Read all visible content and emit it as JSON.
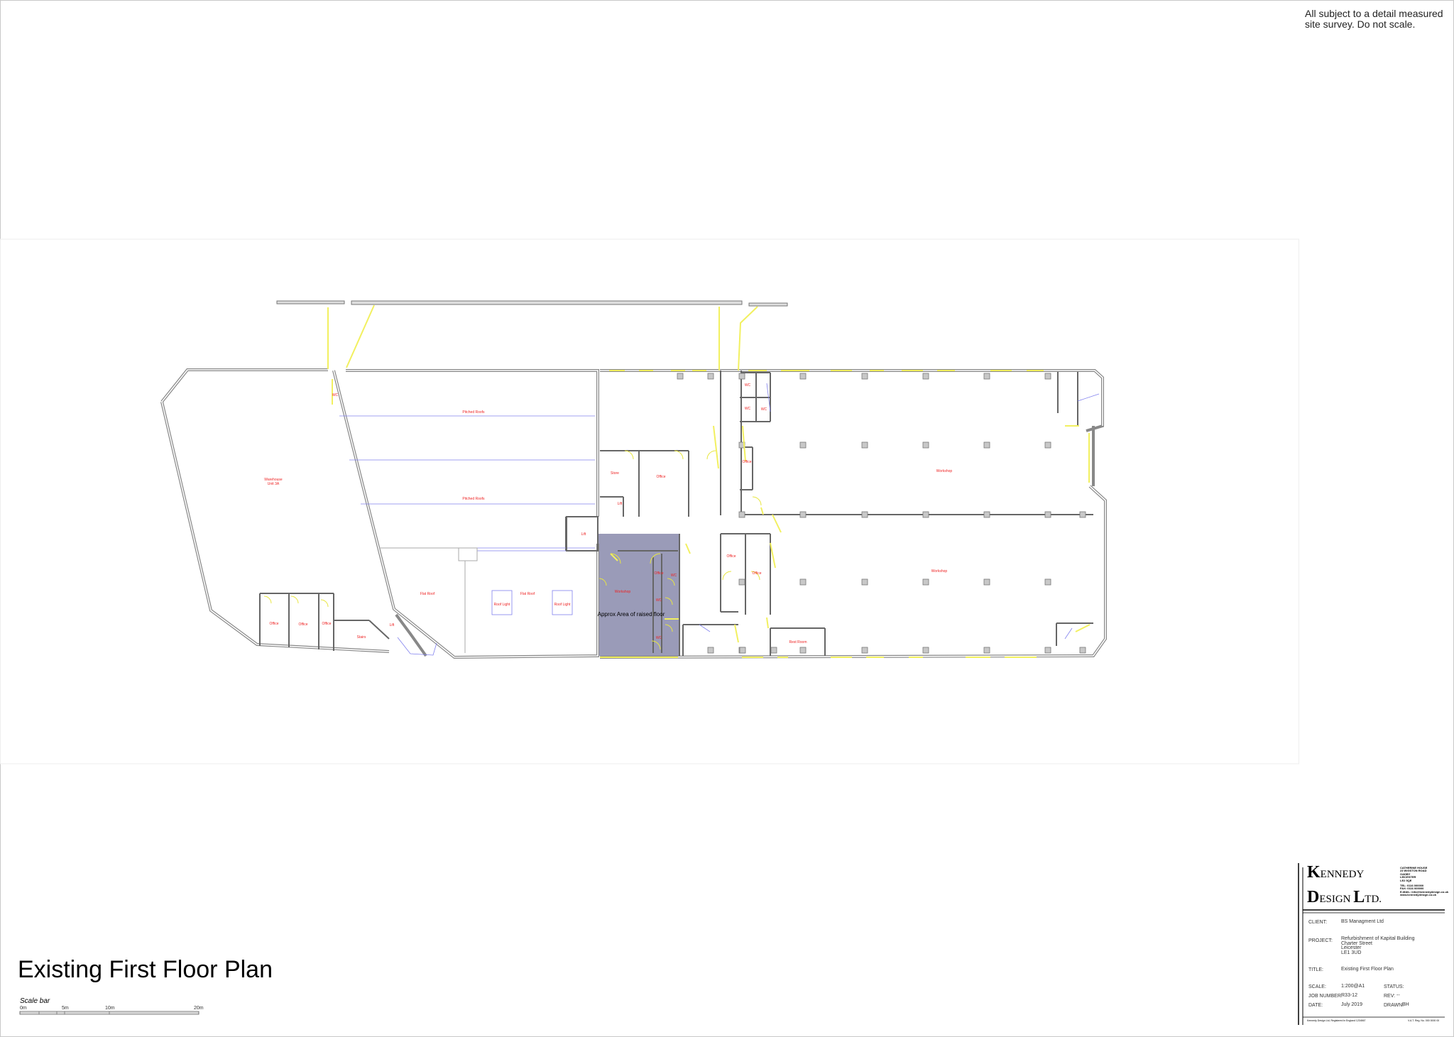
{
  "note": "All subject to a detail measured site survey. Do not scale.",
  "plan_title": "Existing First Floor Plan",
  "scale_bar": {
    "caption": "Scale bar",
    "ticks": [
      "0m",
      "5m",
      "10m",
      "20m"
    ]
  },
  "room_labels": {
    "warehouse": "Warehouse\nUnit 3A",
    "wc_1": "WC",
    "pitched_roofs": "Pitched Roofs",
    "pitched_roofs_2": "Pitched Roofs",
    "flat_roof_1": "Flat Roof",
    "flat_roof_2": "Flat Roof",
    "roof_light_1": "Roof Light",
    "roof_light_2": "Roof Light",
    "office_1": "Office",
    "office_2": "Office",
    "office_3": "Office",
    "stairs_1": "Stairs",
    "lift_1": "Lift",
    "store_1": "Store",
    "office_4": "Office",
    "lift_2": "Lift",
    "lift_3": "Lift",
    "workshop_1": "Workshop",
    "raised_floor": "Approx Area of raised floor",
    "office_5": "Office",
    "wc_2": "WC",
    "wc_3": "WC",
    "wc_4": "WC",
    "office_6": "Office",
    "office_7": "Office",
    "office_8": "Office",
    "wc_5": "WC",
    "wc_6": "WC",
    "workshop_2": "Workshop",
    "workshop_3": "Workshop",
    "rest_room": "Rest Room"
  },
  "title_block": {
    "company_line1_initial": "K",
    "company_line1_rest": "ENNEDY",
    "company_line2_initial1": "D",
    "company_line2_rest1": "ESIGN",
    "company_line2_initial2": "L",
    "company_line2_rest2": "TD.",
    "address": [
      "CATHERINE HOUSE",
      "23 WIGSTON ROAD",
      "OADBY",
      "LEICESTER",
      "LE2 5QE"
    ],
    "contact": [
      "TEL: 0116 000000",
      "FAX: 0116 000000",
      "E-MAIL: info@kennedydesign.co.uk",
      "www.kennedydesign.co.uk"
    ],
    "client_label": "CLIENT:",
    "client_value": "BS Managment Ltd",
    "project_label": "PROJECT:",
    "project_value": [
      "Refurbishment of Kapital Building",
      "Charter Street",
      "Leicester",
      "LE1 3UD"
    ],
    "title_label": "TITLE:",
    "title_value": "Existing First Floor Plan",
    "scale_label": "SCALE:",
    "scale_value": "1:200@A1",
    "status_label": "STATUS:",
    "status_value": "",
    "job_label": "JOB NUMBER:",
    "job_value": "R33-12",
    "rev_label": "REV:",
    "rev_value": "--",
    "date_label": "DATE:",
    "date_value": "July 2019",
    "drawn_label": "DRAWN:",
    "drawn_value": "BH",
    "footer_left": "Kennedy Design Ltd, Registered in England 1234567",
    "footer_right": "V.A.T. Reg. No. 000 0000 00"
  }
}
